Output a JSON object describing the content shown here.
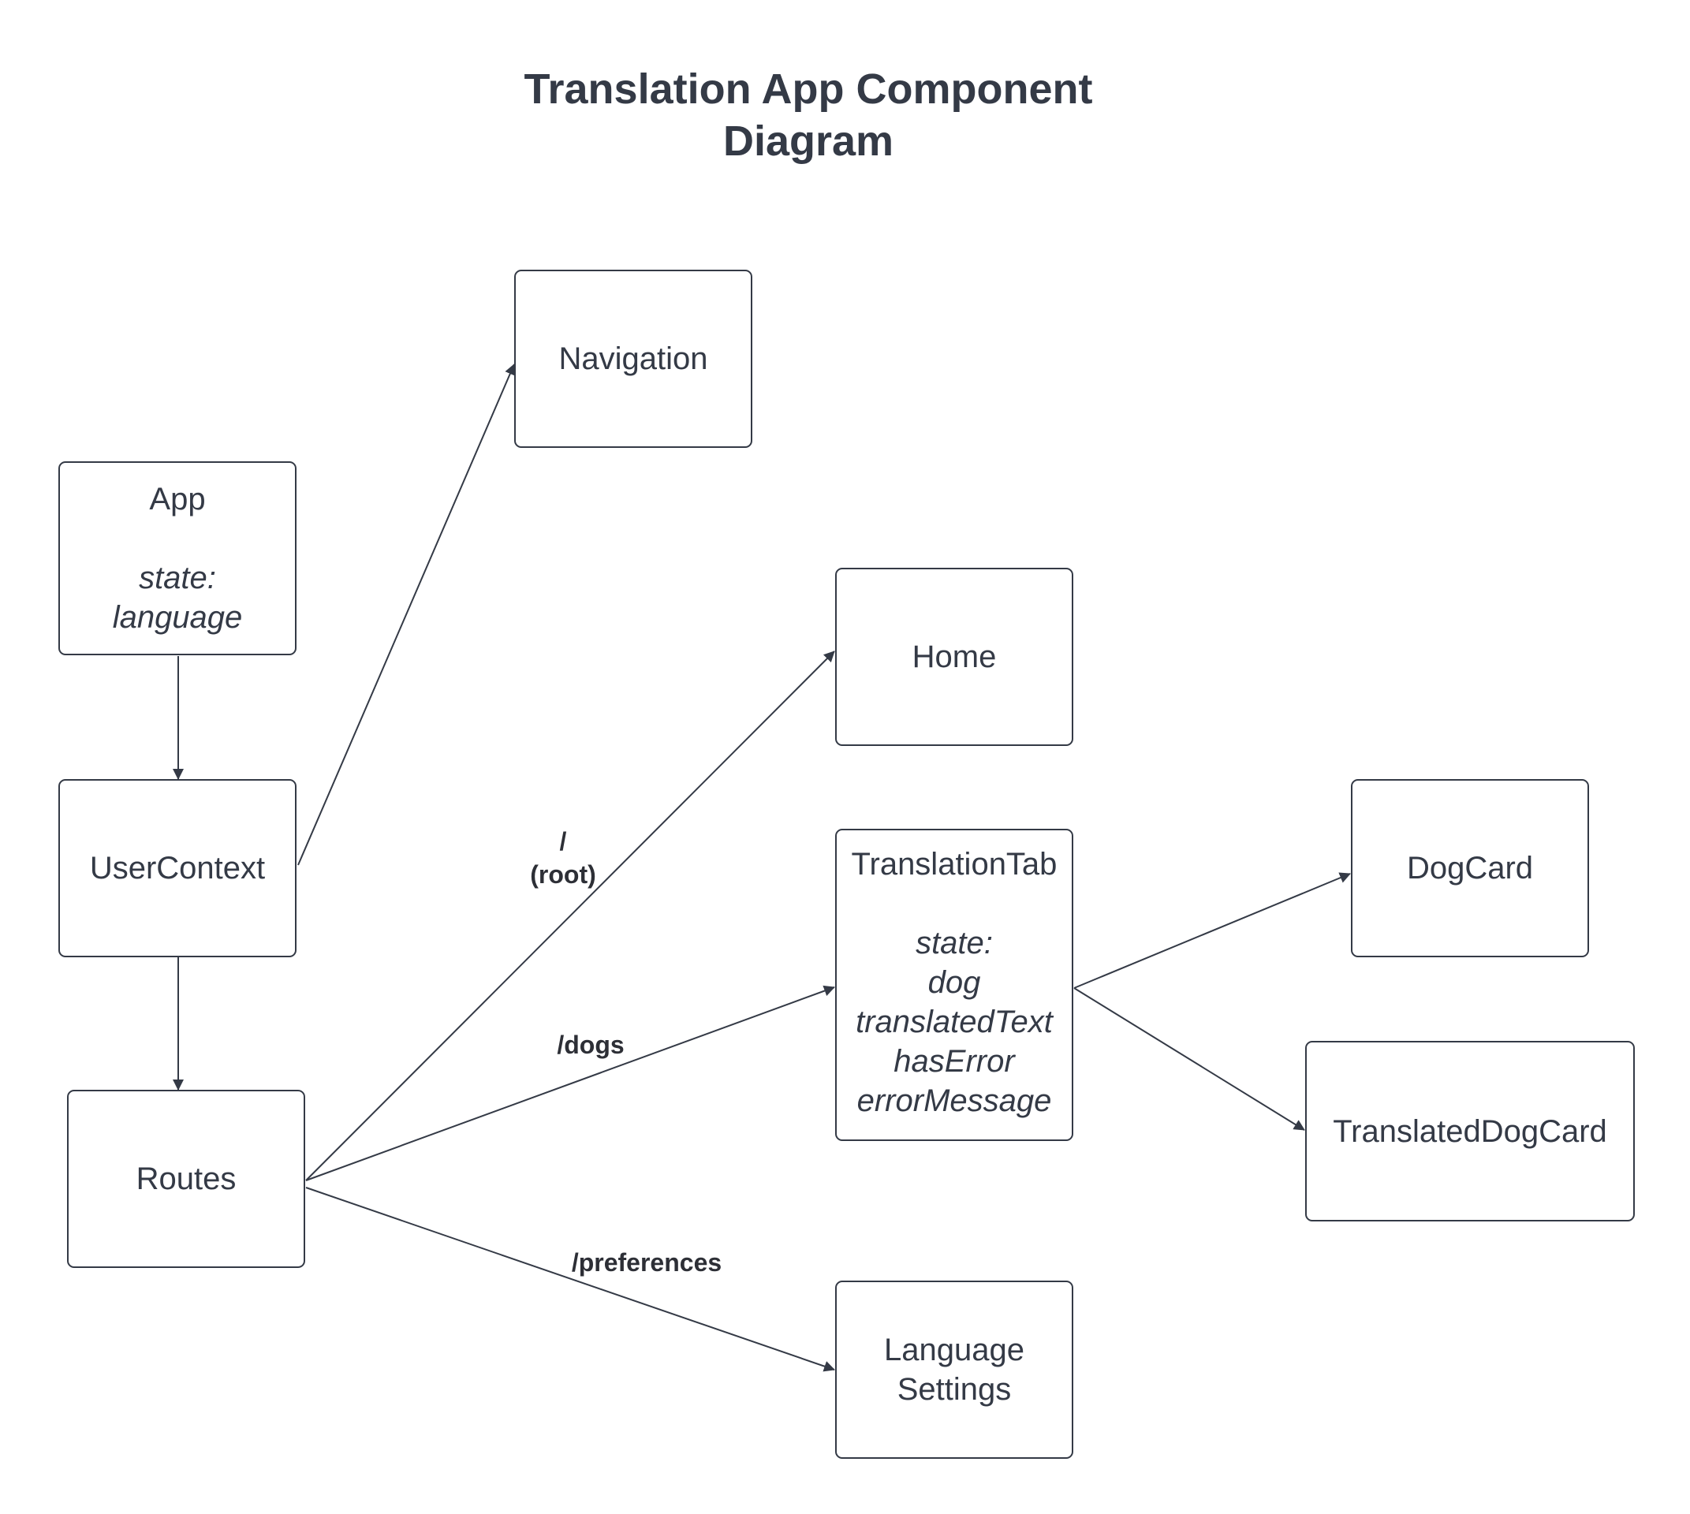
{
  "title": [
    "Translation App Component",
    "Diagram"
  ],
  "nodes": {
    "navigation": {
      "name": "Navigation"
    },
    "app": {
      "name": "App",
      "state": [
        "state:",
        "language"
      ]
    },
    "usercontext": {
      "name": "UserContext"
    },
    "routes": {
      "name": "Routes"
    },
    "home": {
      "name": "Home"
    },
    "translationtab": {
      "name": "TranslationTab",
      "state": [
        "state:",
        "dog",
        "translatedText",
        "hasError",
        "errorMessage"
      ]
    },
    "dogcard": {
      "name": "DogCard"
    },
    "translateddogcard": {
      "name": "TranslatedDogCard"
    },
    "languagesettings": {
      "name": [
        "Language",
        "Settings"
      ]
    }
  },
  "edges": [
    {
      "from": "App",
      "to": "UserContext",
      "label": ""
    },
    {
      "from": "UserContext",
      "to": "Navigation",
      "label": ""
    },
    {
      "from": "UserContext",
      "to": "Routes",
      "label": ""
    },
    {
      "from": "Routes",
      "to": "Home",
      "label": [
        "/",
        "(root)"
      ]
    },
    {
      "from": "Routes",
      "to": "TranslationTab",
      "label": [
        "/dogs"
      ]
    },
    {
      "from": "Routes",
      "to": "Language Settings",
      "label": [
        "/preferences"
      ]
    },
    {
      "from": "TranslationTab",
      "to": "DogCard",
      "label": ""
    },
    {
      "from": "TranslationTab",
      "to": "TranslatedDogCard",
      "label": ""
    }
  ],
  "colors": {
    "stroke": "#343a46",
    "text": "#343a46",
    "background": "#ffffff"
  }
}
